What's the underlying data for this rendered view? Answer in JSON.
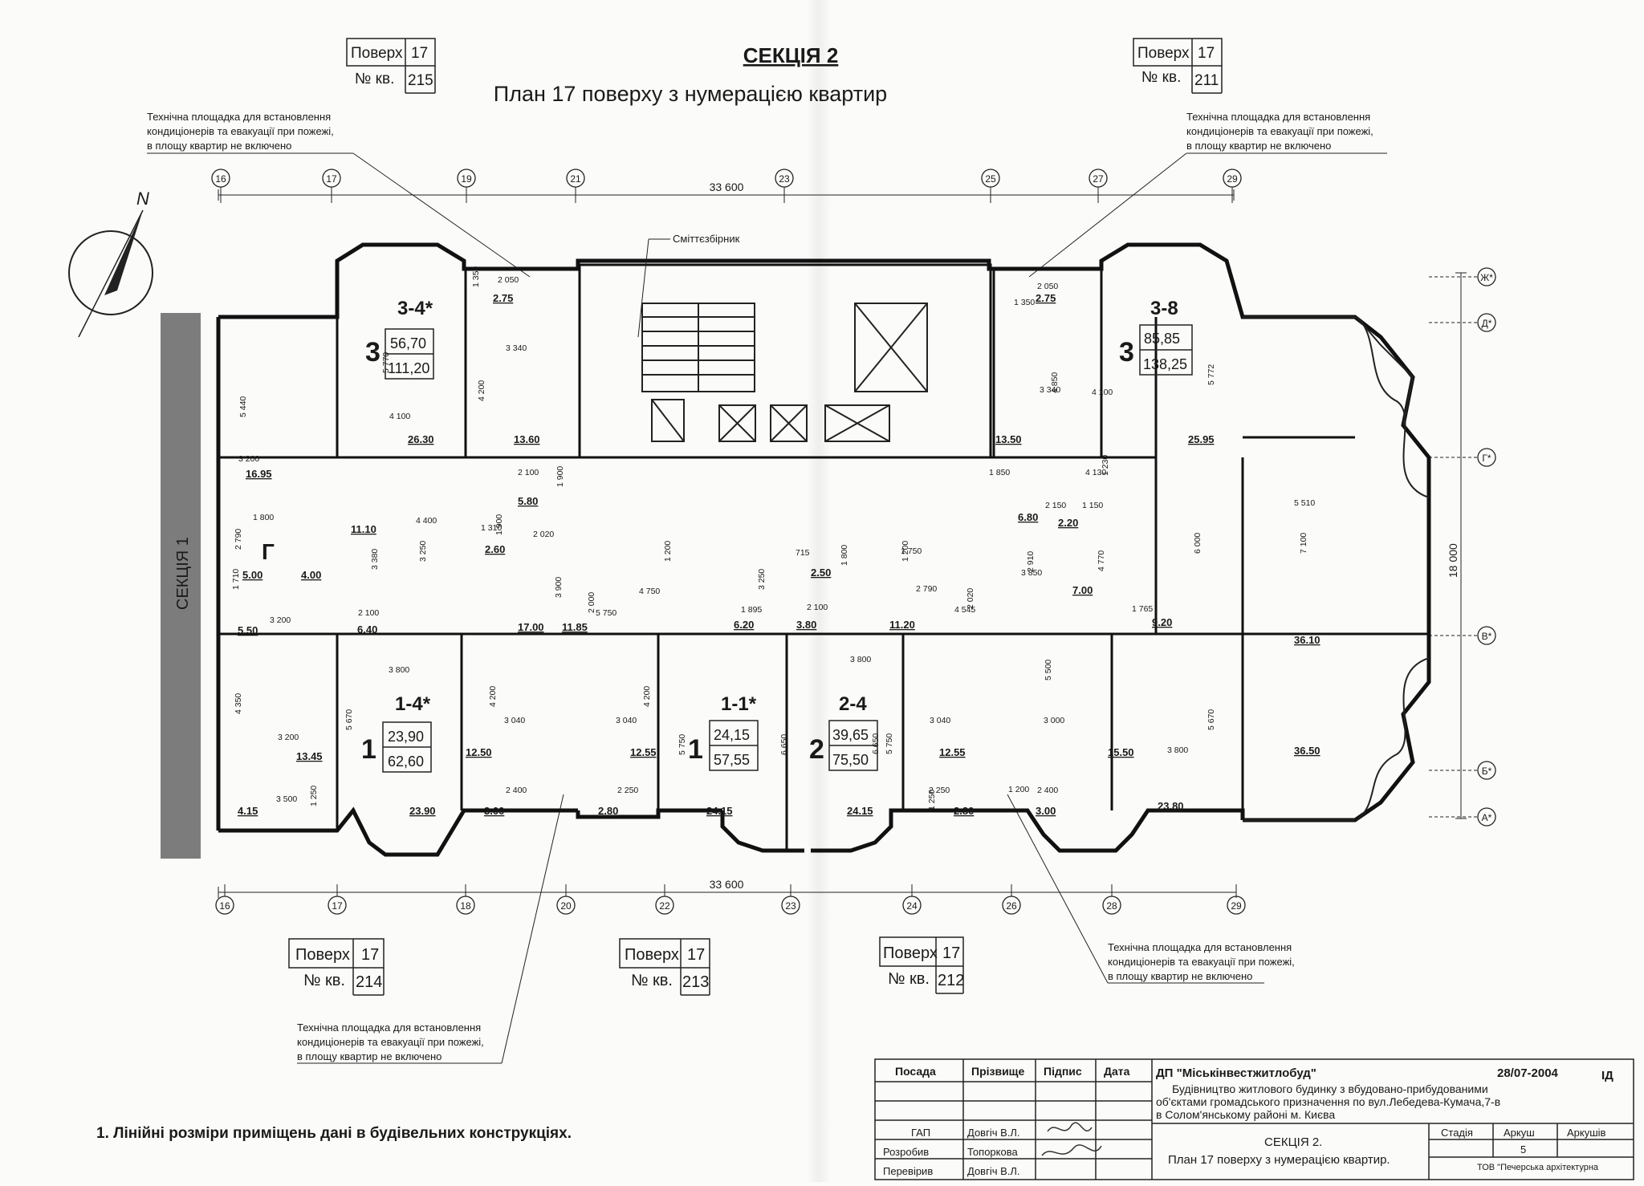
{
  "header": {
    "title": "СЕКЦІЯ 2",
    "subtitle": "План 17 поверху з нумерацією квартир"
  },
  "north_label": "N",
  "tags": {
    "floor_label": "Поверх",
    "apt_label": "№ кв.",
    "floor_value": "17",
    "apartments": [
      "215",
      "211",
      "214",
      "213",
      "212"
    ]
  },
  "tech_note": [
    "Технічна площадка для встановлення",
    "кондиціонерів та евакуації при пожежі,",
    "в площу квартир не включено"
  ],
  "axes": {
    "top": [
      "16",
      "17",
      "19",
      "21",
      "23",
      "25",
      "27",
      "29"
    ],
    "bottom": [
      "16",
      "17",
      "18",
      "20",
      "22",
      "23",
      "24",
      "26",
      "28",
      "29"
    ],
    "right": [
      "Ж*",
      "Д*",
      "Г*",
      "В*",
      "Б*",
      "А*"
    ],
    "total_width": "33 600",
    "total_height": "18 000"
  },
  "section_neighbor": "СЕКЦІЯ 1",
  "garbage_chute": "Сміттєзбірник",
  "apartments": [
    {
      "type": "3-4*",
      "rooms": "3",
      "living": "56,70",
      "total": "111,20"
    },
    {
      "type": "3-8",
      "rooms": "3",
      "living": "85,85",
      "total": "138,25"
    },
    {
      "type": "1-4*",
      "rooms": "1",
      "living": "23,90",
      "total": "62,60"
    },
    {
      "type": "1-1*",
      "rooms": "1",
      "living": "24,15",
      "total": "57,55"
    },
    {
      "type": "2-4",
      "rooms": "2",
      "living": "39,65",
      "total": "75,50"
    }
  ],
  "room_areas": [
    "26.30",
    "13.60",
    "2.75",
    "16.95",
    "11.10",
    "5.80",
    "2.60",
    "5.00",
    "4.00",
    "5.50",
    "6.40",
    "17.00",
    "11.85",
    "13.45",
    "4.15",
    "12.50",
    "23.90",
    "3.00",
    "2.80",
    "12.55",
    "24.15",
    "6.20",
    "2.50",
    "3.80",
    "24.15",
    "11.20",
    "12.55",
    "2.80",
    "3.00",
    "15.50",
    "13.50",
    "25.95",
    "2.75",
    "6.80",
    "2.20",
    "7.00",
    "9.20",
    "36.10",
    "36.50",
    "23.80",
    "Г"
  ],
  "dimensions": [
    "2 050",
    "1 350",
    "3 340",
    "4 100",
    "5 770",
    "4 200",
    "5 440",
    "3 200",
    "2 100",
    "1 900",
    "4 400",
    "1 800",
    "2 790",
    "1 310",
    "1 900",
    "2 020",
    "3 250",
    "3 380",
    "2 100",
    "5 750",
    "3 900",
    "2 000",
    "1 710",
    "3 200",
    "3 800",
    "4 350",
    "3 200",
    "5 670",
    "3 040",
    "4 200",
    "3 040",
    "4 200",
    "5 750",
    "6 650",
    "3 500",
    "1 250",
    "2 400",
    "2 250",
    "4 750",
    "1 200",
    "3 250",
    "1 895",
    "2 100",
    "1 800",
    "1 750",
    "1 200",
    "2 790",
    "4 545",
    "2 020",
    "3 800",
    "3 040",
    "3 000",
    "5 500",
    "5 750",
    "6 650",
    "1 200",
    "2 400",
    "2 250",
    "1 250",
    "3 800",
    "5 670",
    "1 350",
    "2 050",
    "3 340",
    "4 100",
    "4 850",
    "5 772",
    "1 850",
    "4 130",
    "1 230",
    "2 150",
    "1 150",
    "3 850",
    "4 770",
    "1 765",
    "6 000",
    "5 510",
    "7 100",
    "715",
    "2 910"
  ],
  "footnote": "1. Лінійні розміри приміщень дані в будівельних конструкціях.",
  "title_block": {
    "headers": [
      "Посада",
      "Прізвище",
      "Підпис",
      "Дата"
    ],
    "rows": [
      [
        "ГАП",
        "Довгіч В.Л."
      ],
      [
        "Розробив",
        "Топоркова"
      ],
      [
        "Перевірив",
        "Довгіч В.Л."
      ]
    ],
    "org": "ДП \"Міськінвестжитлобуд\"",
    "date": "28/07-2004",
    "doc_code": "ІД",
    "project": [
      "Будівництво житлового будинку з вбудовано-прибудованими",
      "об'єктами громадського призначення по вул.Лебедева-Кумача,7-в",
      "в Солом'янському районі м. Києва"
    ],
    "sheet_title_1": "СЕКЦІЯ 2.",
    "sheet_title_2": "План 17 поверху з нумерацією квартир.",
    "stage_label": "Стадія",
    "sheet_label": "Аркуш",
    "sheets_label": "Аркушів",
    "sheet_no": "5",
    "company": "ТОВ \"Печерська архітектурна"
  }
}
